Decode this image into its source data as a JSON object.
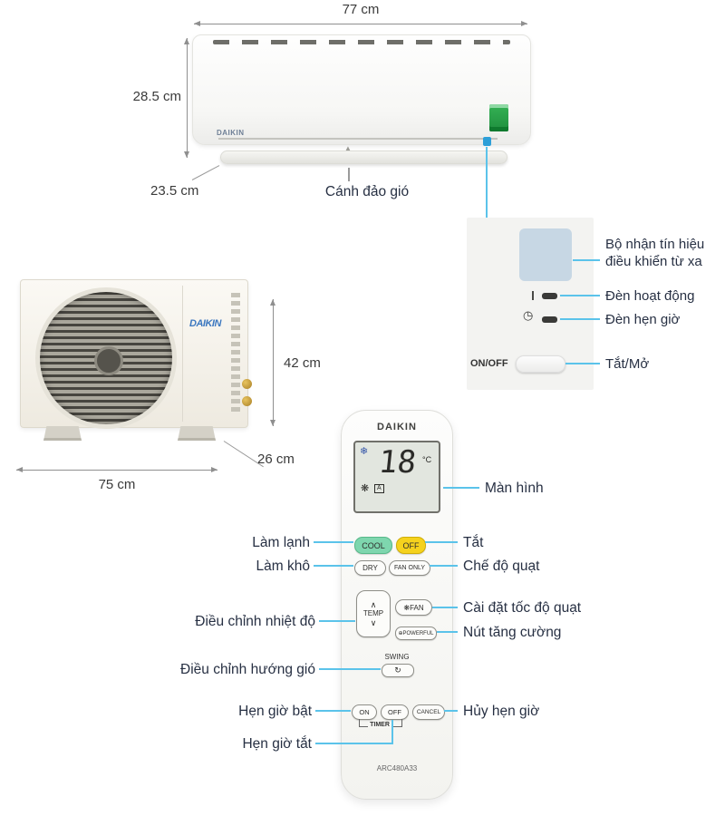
{
  "colors": {
    "accent_blue": "#5bc3ea",
    "cool_green": "#7ed6ae",
    "off_yellow": "#f5d21d",
    "label_text": "#273043"
  },
  "indoor_unit": {
    "brand": "DAIKIN",
    "dim_width": "77 cm",
    "dim_height": "28.5 cm",
    "dim_depth": "23.5 cm",
    "louver_label": "Cánh đảo gió"
  },
  "receiver_panel": {
    "receiver_label_line1": "Bộ nhận tín hiệu",
    "receiver_label_line2": "điều khiển từ xa",
    "operation_light_label": "Đèn hoạt động",
    "timer_light_label": "Đèn hẹn giờ",
    "timer_light_icon": "◷",
    "power_button": "ON/OFF",
    "power_label": "Tắt/Mở"
  },
  "outdoor_unit": {
    "brand": "DAIKIN",
    "dim_height": "42 cm",
    "dim_depth": "26 cm",
    "dim_width": "75 cm"
  },
  "remote": {
    "brand": "DAIKIN",
    "model": "ARC480A33",
    "lcd": {
      "mode_icon": "❄",
      "temperature": "18",
      "unit": "°C",
      "fan_icon": "❋",
      "auto_badge": "A"
    },
    "buttons": {
      "cool": "COOL",
      "off": "OFF",
      "dry": "DRY",
      "fan_only": "FAN ONLY",
      "temp_up": "∧",
      "temp": "TEMP",
      "temp_down": "∨",
      "fan_icon": "❋",
      "fan": "FAN",
      "powerful_icon": "⊕",
      "powerful": "POWERFUL",
      "swing_label": "SWING",
      "swing_icon": "↻",
      "timer_on": "ON",
      "timer_off": "OFF",
      "cancel": "CANCEL",
      "timer_group": "TIMER"
    }
  },
  "annotations": {
    "screen": "Màn hình",
    "cooling": "Làm lạnh",
    "power_off": "Tắt",
    "dry_mode": "Làm khô",
    "fan_mode": "Chế độ quạt",
    "temp_adjust": "Điều chỉnh nhiệt độ",
    "fan_speed": "Cài đặt tốc độ quạt",
    "boost": "Nút tăng cường",
    "swing_adjust": "Điều chỉnh hướng gió",
    "timer_on": "Hẹn giờ bật",
    "timer_cancel": "Hủy hẹn giờ",
    "timer_off": "Hẹn giờ tắt"
  }
}
